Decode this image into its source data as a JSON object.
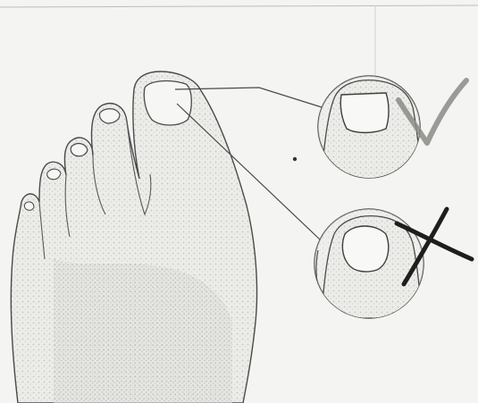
{
  "figure": {
    "subject": "foot-toenail-trimming-diagram",
    "panels": [
      {
        "name": "correct-cut-panel",
        "mark": "check",
        "mark_icon": "check-icon"
      },
      {
        "name": "incorrect-cut-panel",
        "mark": "cross",
        "mark_icon": "cross-icon"
      }
    ]
  },
  "colors": {
    "line": "#4a4a4a",
    "paper": "#f4f4f2",
    "shading": "#c9c9c6",
    "check_mark": "#8a8a86",
    "cross_mark": "#1e1e1e"
  }
}
